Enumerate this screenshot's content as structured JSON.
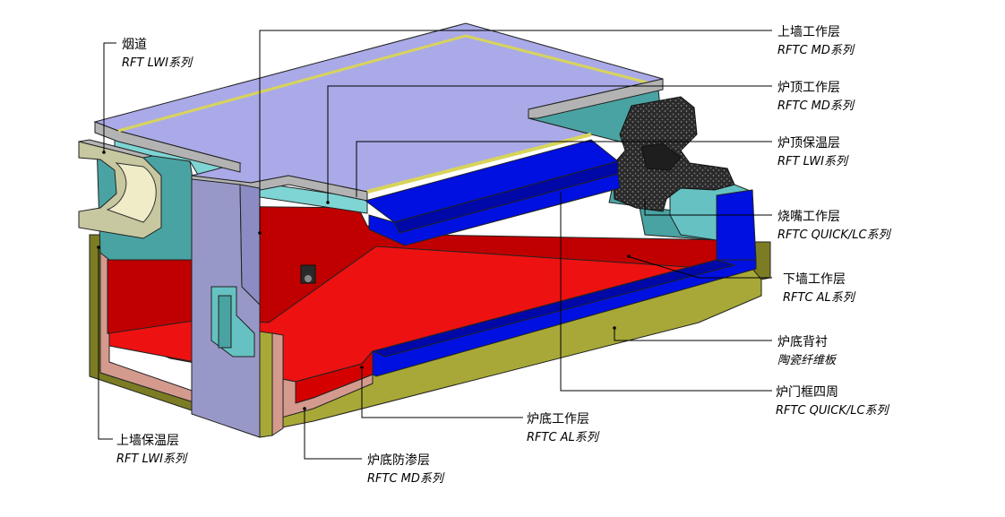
{
  "labels": [
    {
      "id": "upper-wall-work",
      "name": "上墙工作层",
      "series": "RFTC MD系列"
    },
    {
      "id": "roof-work",
      "name": "炉顶工作层",
      "series": "RFTC MD系列"
    },
    {
      "id": "roof-insulation",
      "name": "炉顶保温层",
      "series": "RFT LWI系列"
    },
    {
      "id": "burner-work",
      "name": "烧嘴工作层",
      "series": "RFTC QUICK/LC系列"
    },
    {
      "id": "lower-wall-work",
      "name": "下墙工作层",
      "series": "RFTC AL系列"
    },
    {
      "id": "hearth-backing",
      "name": "炉底背衬",
      "series": "陶瓷纤维板"
    },
    {
      "id": "door-frame",
      "name": "炉门框四周",
      "series": "RFTC QUICK/LC系列"
    },
    {
      "id": "hearth-work",
      "name": "炉底工作层",
      "series": "RFTC AL系列"
    },
    {
      "id": "hearth-seepage",
      "name": "炉底防渗层",
      "series": "RFTC MD系列"
    },
    {
      "id": "flue",
      "name": "烟道",
      "series": "RFT LWI系列"
    },
    {
      "id": "upper-wall-insulation",
      "name": "上墙保温层",
      "series": "RFT LWI系列"
    }
  ],
  "colors": {
    "roof_top": "#aaaae8",
    "roof_side": "#8c8cc4",
    "steel": "#b3b3b3",
    "teal": "#4aa3a3",
    "teal_light": "#66c2c2",
    "cyan": "#7fd4d4",
    "red_dark": "#c00000",
    "red_bright": "#ee1111",
    "red_mid": "#d40000",
    "blue": "#0010e0",
    "blue_dark": "#0008a8",
    "olive": "#a8a838",
    "olive_dark": "#7c7c24",
    "pink": "#d49a8e",
    "flue_body": "#c7c7a0",
    "flue_hole": "#f0ecc8",
    "pillar": "#9898c8",
    "fiber_dark": "#333333",
    "yellow_strip": "#d8d45a"
  }
}
